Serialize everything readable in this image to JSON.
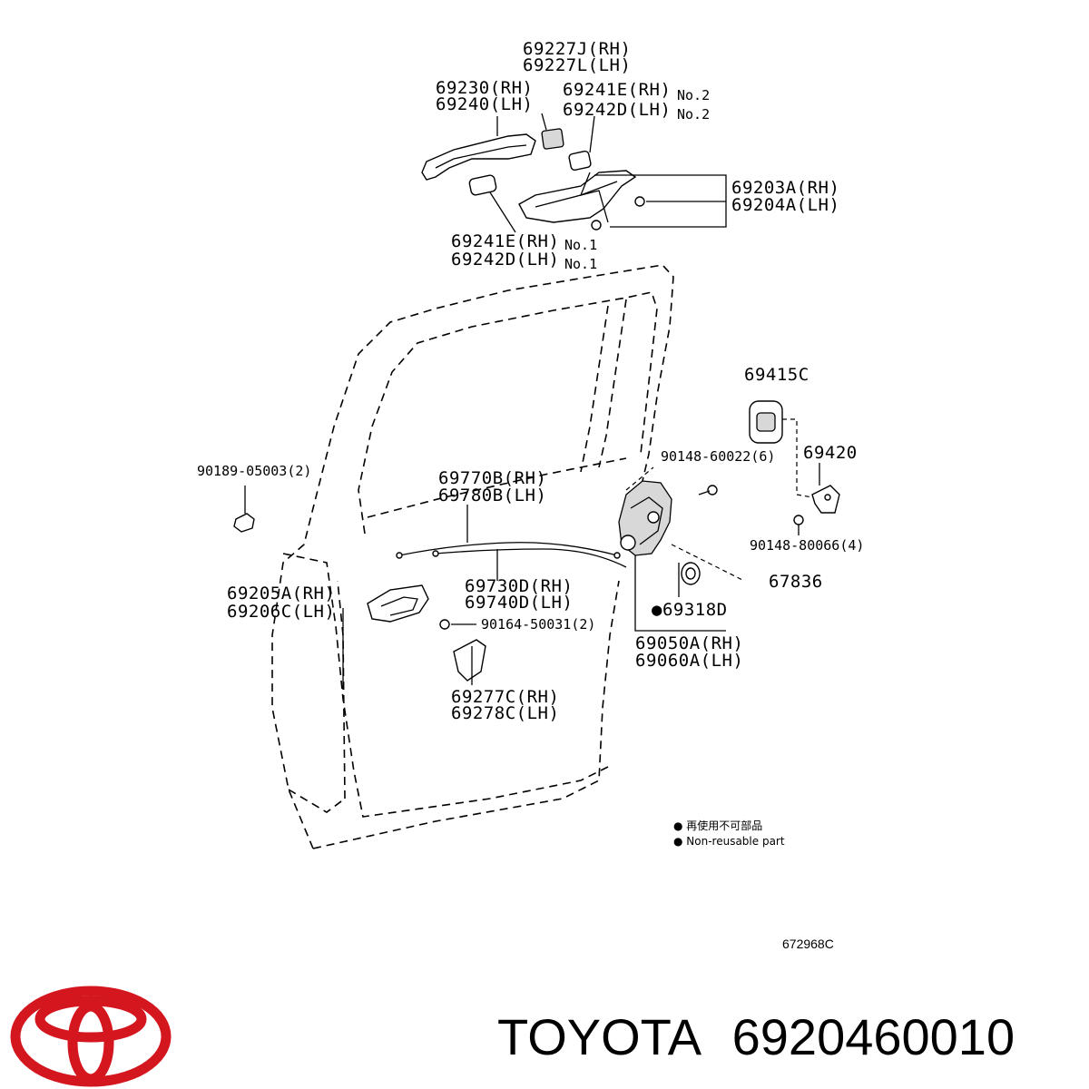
{
  "labels": {
    "l69227J": "69227J(RH)",
    "l69227L": "69227L(LH)",
    "l69230": "69230(RH)",
    "l69240": "69240(LH)",
    "l69241E_no2": "69241E(RH)",
    "l69242D_no2": "69242D(LH)",
    "no2a": "No.2",
    "no2b": "No.2",
    "l69203A": "69203A(RH)",
    "l69204A": "69204A(LH)",
    "l69241E_no1": "69241E(RH)",
    "l69242D_no1": "69242D(LH)",
    "no1a": "No.1",
    "no1b": "No.1",
    "l69415C": "69415C",
    "l90148_60022": "90148-60022(6)",
    "l69420": "69420",
    "l90189": "90189-05003(2)",
    "l69770B": "69770B(RH)",
    "l69780B": "69780B(LH)",
    "l90148_80066": "90148-80066(4)",
    "l67836": "67836",
    "l69205A": "69205A(RH)",
    "l69206C": "69206C(LH)",
    "l69730D": "69730D(RH)",
    "l69740D": "69740D(LH)",
    "l69318D": "●69318D",
    "l90164": "90164-50031(2)",
    "l69050A": "69050A(RH)",
    "l69060A": "69060A(LH)",
    "l69277C": "69277C(RH)",
    "l69278C": "69278C(LH)"
  },
  "legend": {
    "line_jp": "● 再使用不可部品",
    "line_en": "● Non-reusable part"
  },
  "figure_number": "672968C",
  "brand": {
    "name": "TOYOTA",
    "part_number": "6920460010",
    "logo_color": "#d4161f"
  },
  "icons": {
    "logo": "toyota-logo-icon"
  }
}
